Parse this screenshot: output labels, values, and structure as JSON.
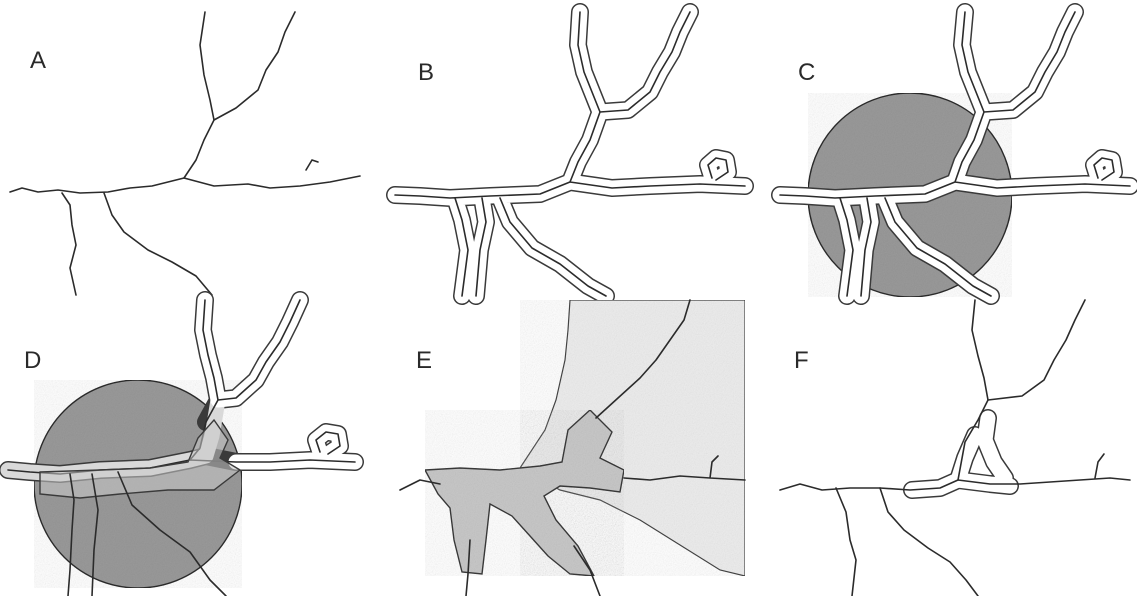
{
  "figure": {
    "panels": [
      {
        "id": "A",
        "label": "A"
      },
      {
        "id": "B",
        "label": "B"
      },
      {
        "id": "C",
        "label": "C"
      },
      {
        "id": "D",
        "label": "D"
      },
      {
        "id": "E",
        "label": "E"
      },
      {
        "id": "F",
        "label": "F"
      }
    ]
  },
  "colors": {
    "line": "#2b2b2b",
    "circle_fill": "#9a9a9a",
    "buffer_fill": "#d9d9d9",
    "zone_light": "#ededed",
    "zone_medium": "#c8c8c8"
  }
}
